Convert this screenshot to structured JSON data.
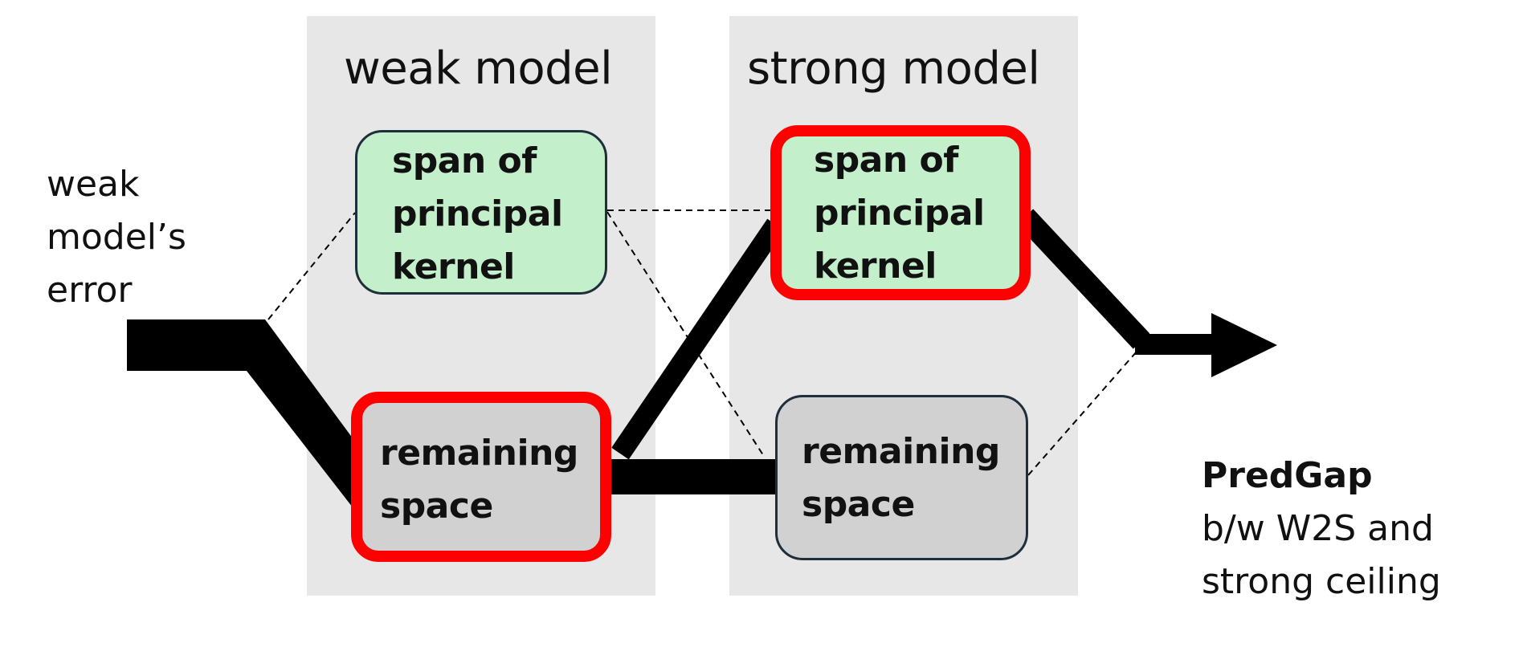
{
  "input_label": "weak\nmodel’s\nerror",
  "panels": {
    "weak": {
      "title": "weak model",
      "top_box": "span of\nprincipal\nkernel",
      "bottom_box": "remaining\nspace"
    },
    "strong": {
      "title": "strong model",
      "top_box": "span of\nprincipal\nkernel",
      "bottom_box": "remaining\nspace"
    }
  },
  "output": {
    "title": "PredGap",
    "description": "b/w W2S and\nstrong ceiling"
  },
  "colors": {
    "panel_bg": "#e7e7e7",
    "kernel_fill": "#c4efcb",
    "remaining_fill": "#d1d1d1",
    "highlight_border": "#ff0000",
    "flow": "#000000"
  }
}
